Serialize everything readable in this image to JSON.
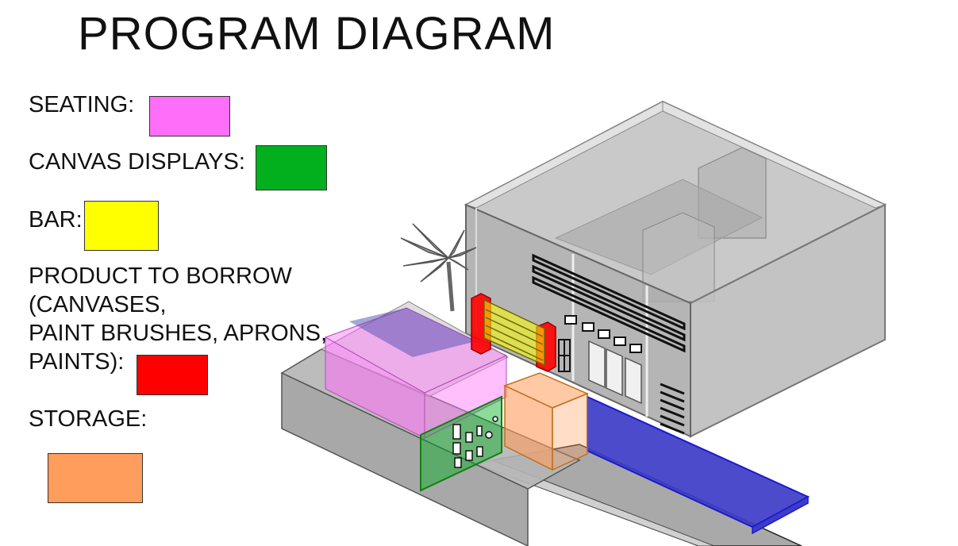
{
  "title": "PROGRAM DIAGRAM",
  "legend": [
    {
      "label": "SEATING:",
      "color": "#ff6ef9"
    },
    {
      "label": "CANVAS DISPLAYS:",
      "color": "#02b01e"
    },
    {
      "label": "BAR:",
      "color": "#ffff00"
    },
    {
      "label_lines": [
        "PRODUCT TO BORROW",
        "(CANVASES,",
        "PAINT BRUSHES, APRONS,",
        "PAINTS):"
      ],
      "color": "#ff0000"
    },
    {
      "label": "STORAGE:",
      "color": "#ff9d5c"
    }
  ],
  "walkway_color": "#3c3cc8"
}
